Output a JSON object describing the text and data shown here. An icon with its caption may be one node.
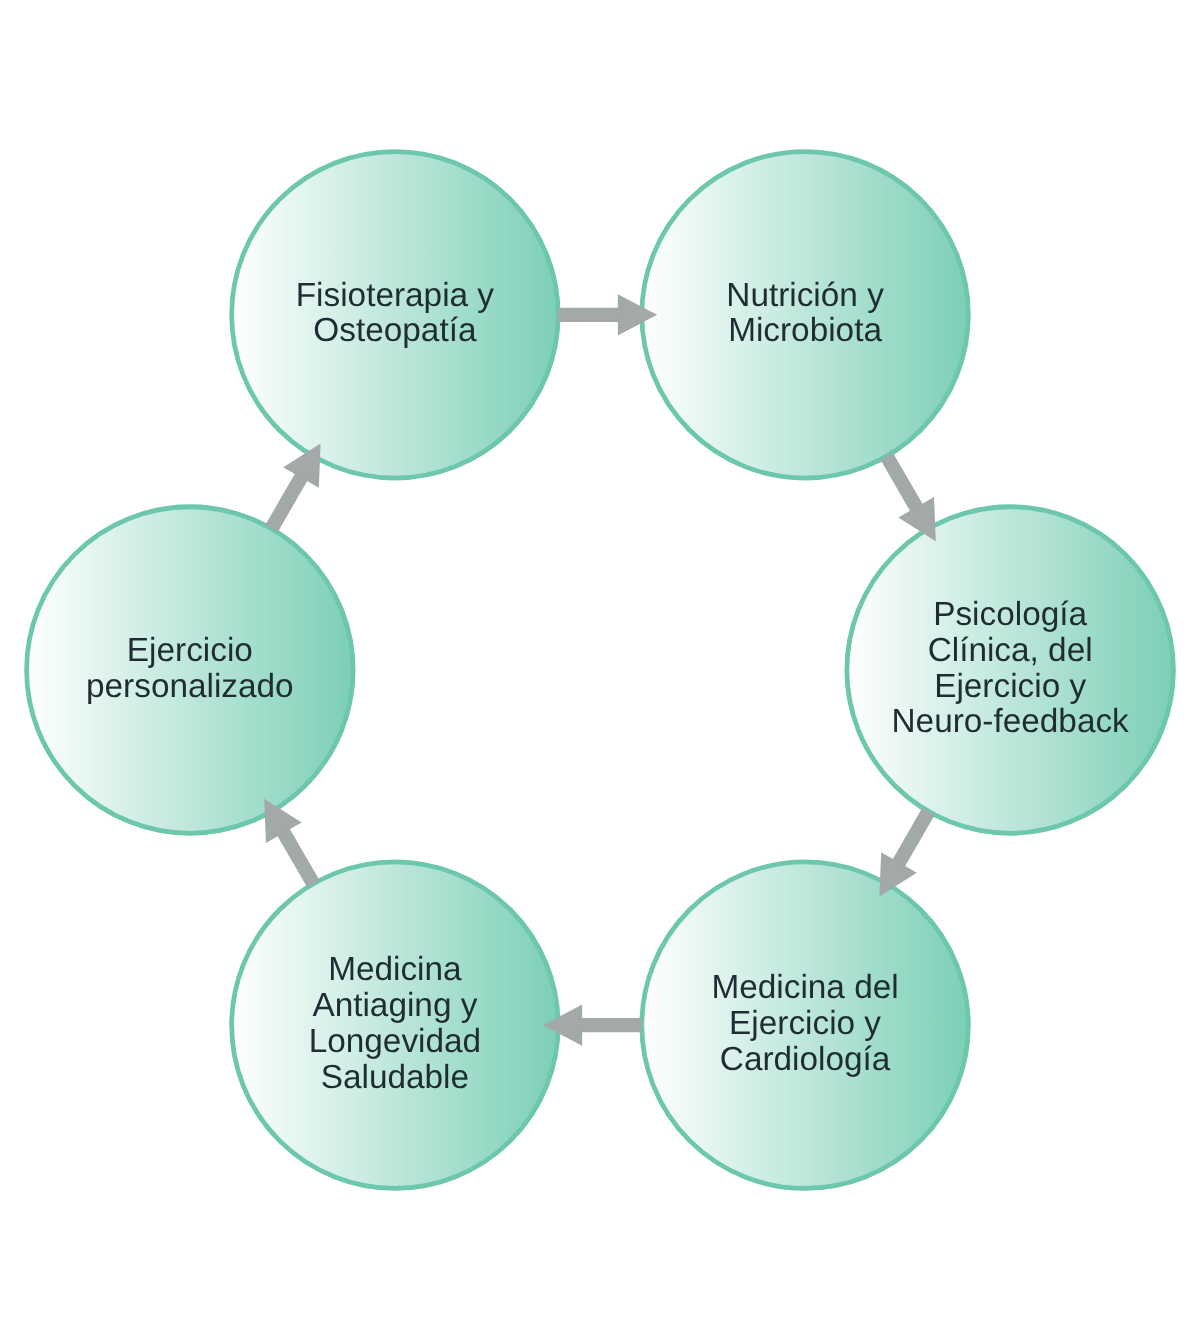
{
  "diagram": {
    "nodes": [
      {
        "text": [
          "Medicina del Ejercicio y Cardiología"
        ]
      },
      {
        "text": [
          "Medicina Antiaging y Longevidad Saludable"
        ]
      },
      {
        "text": [
          "Ejercicio personalizado"
        ]
      },
      {
        "text": [
          "Fisioterapia y Osteopatía"
        ]
      },
      {
        "text": [
          "Nutrición y Microbiota"
        ]
      },
      {
        "text": [
          "Psicología Clínica, del Ejercicio y Neuro-feedback"
        ]
      }
    ],
    "edges": [
      {
        "from": 0,
        "to": 1,
        "arrow": "to"
      },
      {
        "from": 1,
        "to": 2,
        "arrow": "to"
      },
      {
        "from": 2,
        "to": 3,
        "arrow": "to"
      },
      {
        "from": 3,
        "to": 4,
        "arrow": "to"
      },
      {
        "from": 4,
        "to": 5,
        "arrow": "to"
      },
      {
        "from": 5,
        "to": 0,
        "arrow": "to"
      }
    ]
  }
}
